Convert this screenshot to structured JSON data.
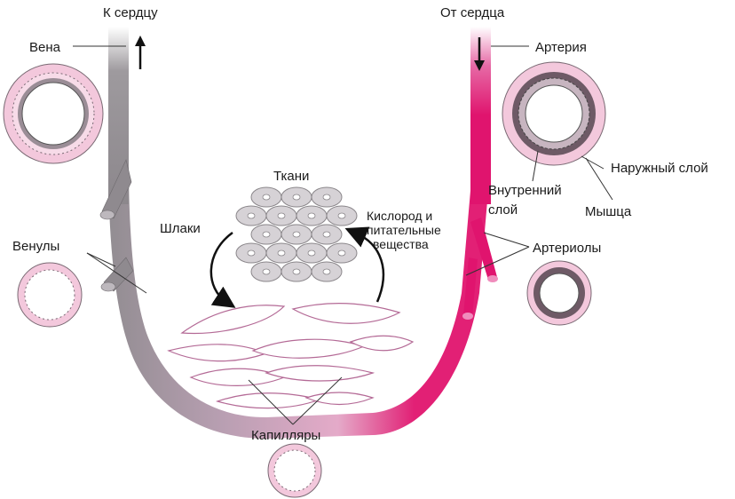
{
  "labels": {
    "to_heart": "К сердцу",
    "from_heart": "От сердца",
    "vein": "Вена",
    "artery": "Артерия",
    "tissues": "Ткани",
    "waste": "Шлаки",
    "oxygen_line1": "Кислород и",
    "oxygen_line2": "питательные",
    "oxygen_line3": "вещества",
    "venules": "Венулы",
    "arterioles": "Артериолы",
    "outer_layer": "Наружный слой",
    "inner_layer_line1": "Внутренний",
    "inner_layer_line2": "слой",
    "muscle": "Мышца",
    "capillaries": "Капилляры"
  },
  "colors": {
    "vein": "#8f8a8f",
    "artery": "#e0146e",
    "capillary_mid": "#d890b8",
    "wall_pink": "#f3c8dc",
    "cell": "#d6d2d6"
  }
}
